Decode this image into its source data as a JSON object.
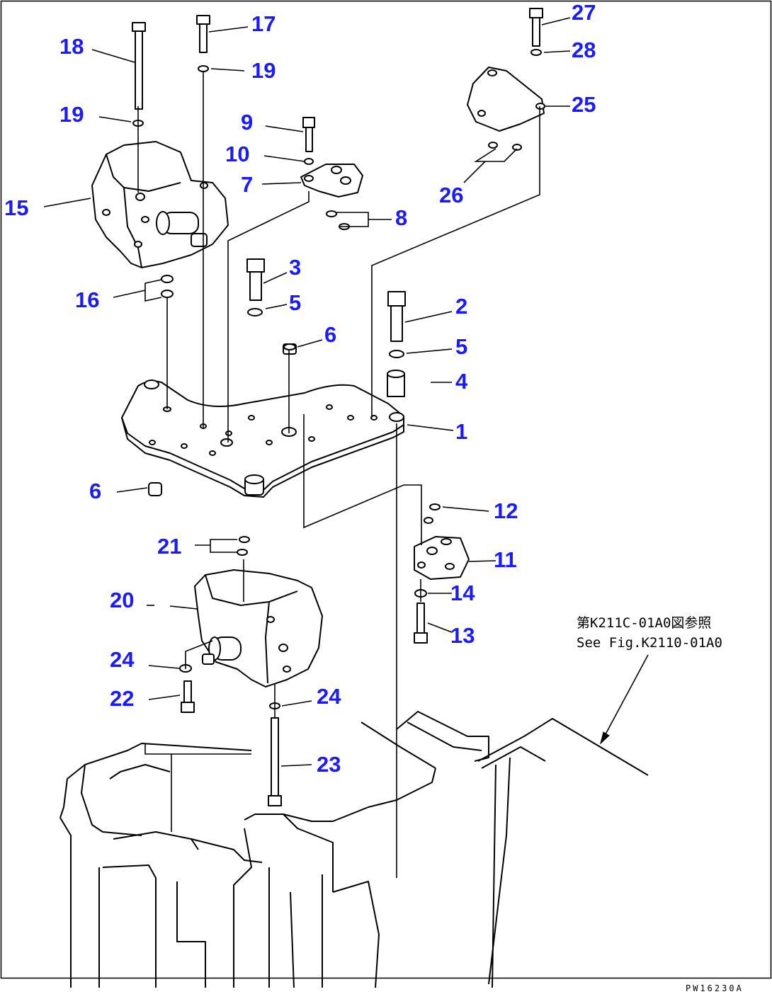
{
  "diagram": {
    "callouts": [
      "1",
      "2",
      "3",
      "4",
      "5",
      "5",
      "6",
      "6",
      "7",
      "8",
      "9",
      "10",
      "11",
      "12",
      "13",
      "14",
      "15",
      "16",
      "17",
      "18",
      "19",
      "19",
      "20",
      "21",
      "22",
      "23",
      "24",
      "24",
      "25",
      "26",
      "27",
      "28"
    ],
    "reference_note": {
      "line1": "第K211C-01A0図参照",
      "line2": "See Fig.K2110-01A0"
    },
    "drawing_code": "PW16230A",
    "colors": {
      "callout": "#1a1aff",
      "linework": "#000000",
      "background": "#ffffff"
    }
  }
}
